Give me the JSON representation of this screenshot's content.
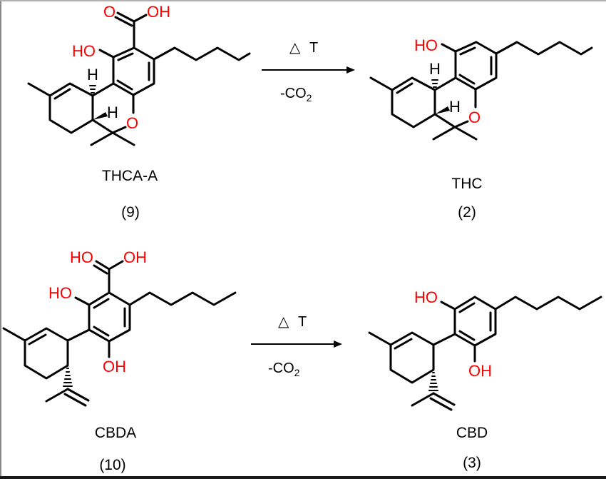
{
  "figure": {
    "type": "reaction-scheme",
    "reactions": [
      {
        "reactant": {
          "name": "THCA-A",
          "number": "(9)",
          "atoms": {
            "carbonyl_o": "O",
            "acid_oh": "OH",
            "phenol": "HO",
            "ether_o": "O",
            "h_alpha": "H",
            "h_beta": "H"
          }
        },
        "conditions": {
          "above": "T",
          "above_symbol": "△",
          "below_prefix": "-CO",
          "below_sub": "2"
        },
        "product": {
          "name": "THC",
          "number": "(2)",
          "atoms": {
            "phenol": "HO",
            "ether_o": "O",
            "h_alpha": "H",
            "h_beta": "H"
          }
        }
      },
      {
        "reactant": {
          "name": "CBDA",
          "number": "(10)",
          "atoms": {
            "carbonyl_o": "HO",
            "acid_oh": "OH",
            "phenol_top": "HO",
            "phenol_bottom": "OH"
          }
        },
        "conditions": {
          "above": "T",
          "above_symbol": "△",
          "below_prefix": "-CO",
          "below_sub": "2"
        },
        "product": {
          "name": "CBD",
          "number": "(3)",
          "atoms": {
            "phenol_top": "HO",
            "phenol_bottom": "OH"
          }
        }
      }
    ],
    "colors": {
      "heteroatom": "#ff0000",
      "bond": "#000000",
      "frame": "#8a8a8a"
    }
  }
}
